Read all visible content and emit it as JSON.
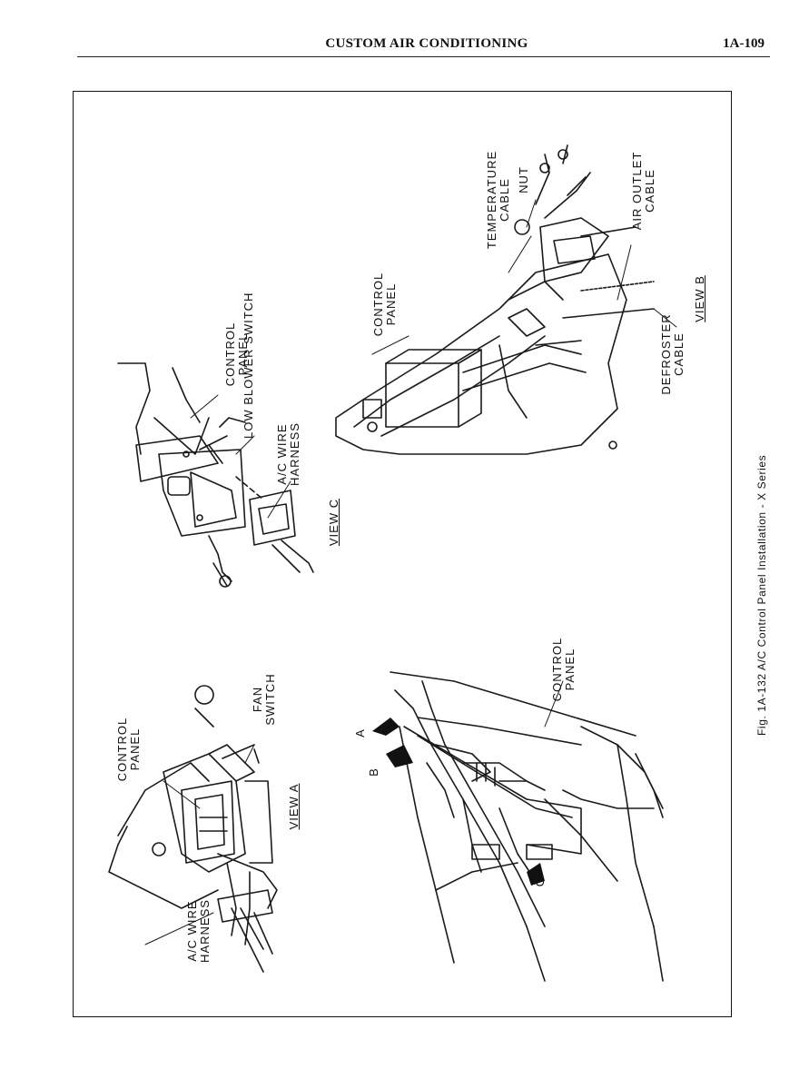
{
  "header": {
    "title": "CUSTOM AIR CONDITIONING",
    "page_number": "1A-109"
  },
  "figure": {
    "caption": "Fig. 1A-132 A/C Control Panel Installation - X Series",
    "view_a": {
      "view_label": "VIEW A",
      "control_panel": "CONTROL\nPANEL",
      "fan_switch": "FAN\nSWITCH",
      "wire_harness": "A/C WIRE\nHARNESS"
    },
    "view_b": {
      "view_label": "VIEW B",
      "control_panel": "CONTROL\nPANEL",
      "temperature_cable": "TEMPERATURE\nCABLE",
      "nut": "NUT",
      "air_outlet_cable": "AIR OUTLET\nCABLE",
      "defroster_cable": "DEFROSTER\nCABLE"
    },
    "view_c": {
      "view_label": "VIEW C",
      "control_panel": "CONTROL\nPANEL",
      "low_blower_switch": "LOW BLOWER SWITCH",
      "wire_harness": "A/C WIRE\nHARNESS"
    },
    "overview": {
      "control_panel": "CONTROL\nPANEL",
      "arrow_a": "A",
      "arrow_b": "B",
      "arrow_c": "C"
    }
  }
}
